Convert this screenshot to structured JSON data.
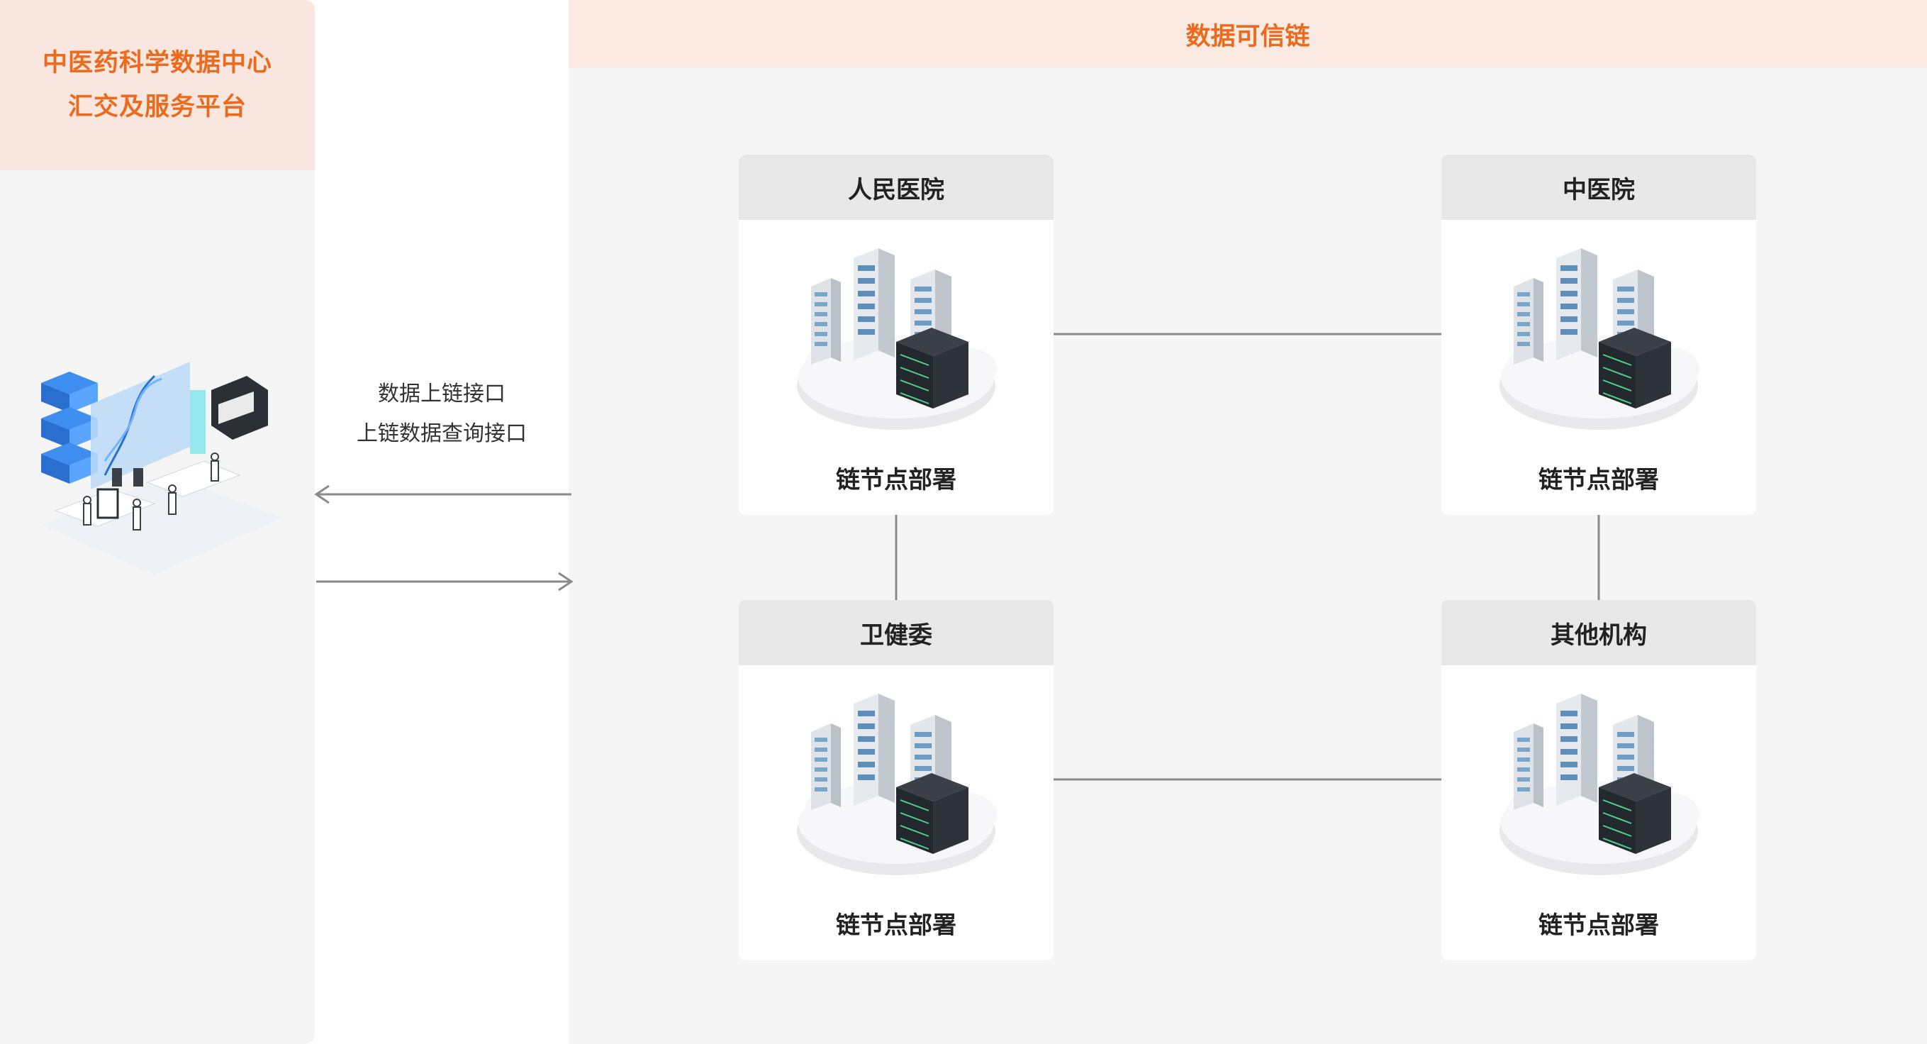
{
  "left_panel": {
    "title_line1": "中医药科学数据中心",
    "title_line2": "汇交及服务平台",
    "illustration": "data-center-lab-illustration"
  },
  "interfaces": {
    "line1": "数据上链接口",
    "line2": "上链数据查询接口"
  },
  "right_panel": {
    "title": "数据可信链"
  },
  "nodes": [
    {
      "title": "人民医院",
      "caption": "链节点部署",
      "icon": "server-cloud-icon"
    },
    {
      "title": "中医院",
      "caption": "链节点部署",
      "icon": "server-cloud-icon"
    },
    {
      "title": "卫健委",
      "caption": "链节点部署",
      "icon": "server-cloud-icon"
    },
    {
      "title": "其他机构",
      "caption": "链节点部署",
      "icon": "server-cloud-icon"
    }
  ],
  "colors": {
    "accent": "#ec6a1e",
    "header_bg": "#f9e6de",
    "panel_bg": "#f5f5f5",
    "node_header_bg": "#e8e8e8",
    "connector": "#8a8a8a"
  }
}
